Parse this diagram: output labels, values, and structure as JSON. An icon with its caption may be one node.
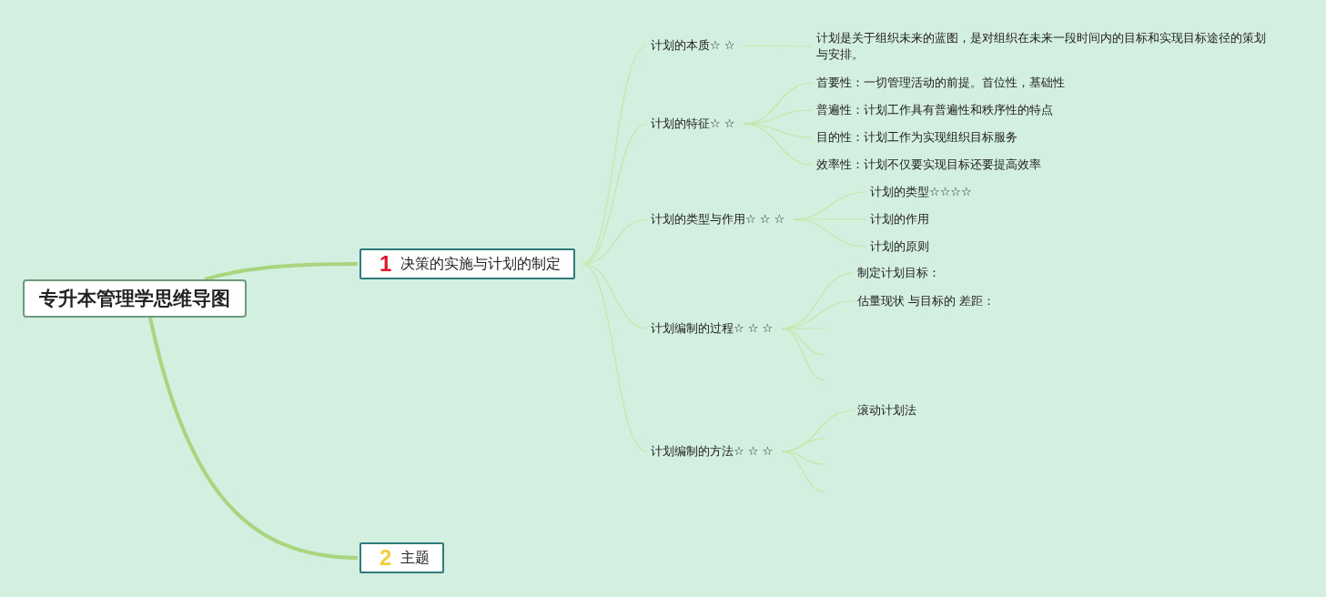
{
  "diagram": {
    "nodes": [
      {
        "text": [
          "专升本管理学思维导图"
        ]
      },
      {
        "text": [
          "1",
          "决策的实施与计划的制定"
        ]
      },
      {
        "text": [
          "计划的本质☆ ☆"
        ]
      },
      {
        "text": [
          "计划是关于组织未来的蓝图，是对组织在未来一段时间内的目标和实现目标途径的策划与安排。"
        ]
      },
      {
        "text": [
          "计划的特征☆ ☆"
        ]
      },
      {
        "text": [
          "首要性：一切管理活动的前提。首位性，基础性"
        ]
      },
      {
        "text": [
          "普遍性：计划工作具有普遍性和秩序性的特点"
        ]
      },
      {
        "text": [
          "目的性：计划工作为实现组织目标服务"
        ]
      },
      {
        "text": [
          "效率性：计划不仅要实现目标还要提高效率"
        ]
      },
      {
        "text": [
          "计划的类型与作用☆ ☆ ☆"
        ]
      },
      {
        "text": [
          "计划的类型☆☆☆☆"
        ]
      },
      {
        "text": [
          "计划的作用"
        ]
      },
      {
        "text": [
          "计划的原则"
        ]
      },
      {
        "text": [
          "计划编制的过程☆ ☆ ☆"
        ]
      },
      {
        "text": [
          "制定计划目标："
        ]
      },
      {
        "text": [
          "估量现状 与目标的 差距："
        ]
      },
      {
        "text": [
          "计划编制的方法☆ ☆ ☆"
        ]
      },
      {
        "text": [
          "滚动计划法"
        ]
      },
      {
        "text": [
          "2",
          "主题"
        ]
      }
    ],
    "edges": [
      {
        "from": 0,
        "to": 1,
        "arrow": "none",
        "style": "thick",
        "color": "#a8d57e"
      },
      {
        "from": 0,
        "to": 18,
        "arrow": "none",
        "style": "thick",
        "color": "#a8d57e"
      },
      {
        "from": 1,
        "to": 2,
        "arrow": "none"
      },
      {
        "from": 1,
        "to": 4,
        "arrow": "none"
      },
      {
        "from": 1,
        "to": 9,
        "arrow": "none"
      },
      {
        "from": 1,
        "to": 13,
        "arrow": "none"
      },
      {
        "from": 1,
        "to": 16,
        "arrow": "none"
      },
      {
        "from": 2,
        "to": 3,
        "arrow": "none"
      },
      {
        "from": 4,
        "to": 5,
        "arrow": "none"
      },
      {
        "from": 4,
        "to": 6,
        "arrow": "none"
      },
      {
        "from": 4,
        "to": 7,
        "arrow": "none"
      },
      {
        "from": 4,
        "to": 8,
        "arrow": "none"
      },
      {
        "from": 9,
        "to": 10,
        "arrow": "none"
      },
      {
        "from": 9,
        "to": 11,
        "arrow": "none"
      },
      {
        "from": 9,
        "to": 12,
        "arrow": "none"
      },
      {
        "from": 13,
        "to": 14,
        "arrow": "none"
      },
      {
        "from": 13,
        "to": 15,
        "arrow": "none"
      },
      {
        "from": 13,
        "to": null,
        "arrow": "none"
      },
      {
        "from": 13,
        "to": null,
        "arrow": "none"
      },
      {
        "from": 13,
        "to": null,
        "arrow": "none"
      },
      {
        "from": 16,
        "to": 17,
        "arrow": "none"
      },
      {
        "from": 16,
        "to": null,
        "arrow": "none"
      },
      {
        "from": 16,
        "to": null,
        "arrow": "none"
      },
      {
        "from": 16,
        "to": null,
        "arrow": "none"
      }
    ]
  }
}
